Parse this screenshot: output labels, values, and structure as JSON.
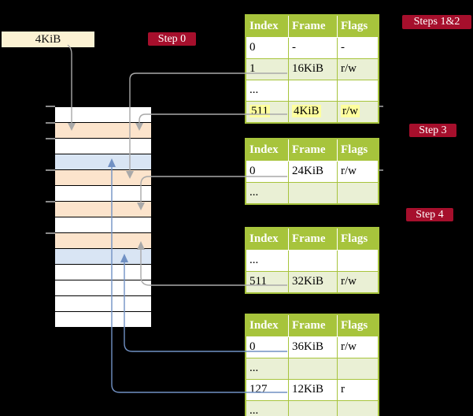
{
  "colors": {
    "background": "#000000",
    "page_box_bg": "#fcf2d3",
    "badge_bg": "#a60f2c",
    "badge_text": "#ffffff",
    "table_header_bg": "#a7c43c",
    "table_border": "#a7c43c",
    "table_row_tint": "#eaf0d5",
    "table_row_white": "#ffffff",
    "highlight_yellow": "#ffff9e",
    "memory_white": "#ffffff",
    "memory_orange": "#fce4cc",
    "memory_blue": "#d9e5f4",
    "arrow_gray": "#a9a9a9",
    "arrow_blue": "#7191c4",
    "tick_gray": "#8a8a8a"
  },
  "page_box": {
    "label": "4KiB"
  },
  "badges": {
    "step0": "Step 0",
    "steps12": "Steps 1&2",
    "step3": "Step 3",
    "step4": "Step 4"
  },
  "table_headers": [
    "Index",
    "Frame",
    "Flags"
  ],
  "tables": [
    {
      "name": "page-table-steps-1-2",
      "rows": [
        {
          "index": "0",
          "frame": "-",
          "flags": "-",
          "tint": false,
          "highlight": false
        },
        {
          "index": "1",
          "frame": "16KiB",
          "flags": "r/w",
          "tint": true,
          "highlight": false
        },
        {
          "index": "...",
          "frame": "",
          "flags": "",
          "tint": false,
          "highlight": false
        },
        {
          "index": "511",
          "frame": "4KiB",
          "flags": "r/w",
          "tint": true,
          "highlight": true
        }
      ]
    },
    {
      "name": "page-table-step-3",
      "rows": [
        {
          "index": "0",
          "frame": "24KiB",
          "flags": "r/w",
          "tint": false,
          "highlight": false
        },
        {
          "index": "...",
          "frame": "",
          "flags": "",
          "tint": true,
          "highlight": false
        }
      ]
    },
    {
      "name": "page-table-step-4a",
      "rows": [
        {
          "index": "...",
          "frame": "",
          "flags": "",
          "tint": false,
          "highlight": false
        },
        {
          "index": "511",
          "frame": "32KiB",
          "flags": "r/w",
          "tint": true,
          "highlight": false
        }
      ]
    },
    {
      "name": "page-table-step-4b",
      "rows": [
        {
          "index": "0",
          "frame": "36KiB",
          "flags": "r/w",
          "tint": false,
          "highlight": false
        },
        {
          "index": "...",
          "frame": "",
          "flags": "",
          "tint": true,
          "highlight": false
        },
        {
          "index": "127",
          "frame": "12KiB",
          "flags": "r",
          "tint": false,
          "highlight": false
        },
        {
          "index": "...",
          "frame": "",
          "flags": "",
          "tint": true,
          "highlight": false
        }
      ]
    }
  ],
  "memory": {
    "rows": [
      "white",
      "orange",
      "white",
      "blue",
      "orange",
      "white",
      "orange",
      "white",
      "orange",
      "blue",
      "white",
      "white",
      "white",
      "white"
    ]
  }
}
